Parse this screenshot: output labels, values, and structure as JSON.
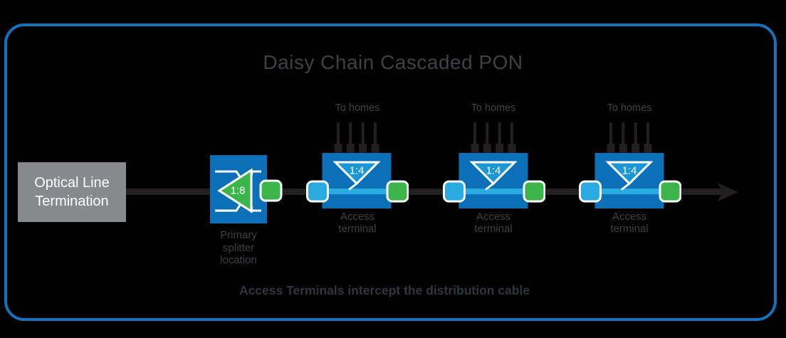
{
  "title": "Daisy Chain Cascaded PON",
  "caption": "Access Terminals intercept the distribution cable",
  "olt": {
    "lines": [
      "Optical Line",
      "Termination"
    ]
  },
  "primary_splitter": {
    "ratio": "1:8",
    "label_lines": [
      "Primary",
      "splitter",
      "location"
    ]
  },
  "access_terminals": [
    {
      "to_homes": "To homes",
      "ratio": "1:4",
      "label_lines": [
        "Access",
        "terminal"
      ]
    },
    {
      "to_homes": "To homes",
      "ratio": "1:4",
      "label_lines": [
        "Access",
        "terminal"
      ]
    },
    {
      "to_homes": "To homes",
      "ratio": "1:4",
      "label_lines": [
        "Access",
        "terminal"
      ]
    }
  ],
  "colors": {
    "frame_border": "#1273bc",
    "deep_blue": "#0b70b8",
    "cyan": "#29abe2",
    "triangle_blue": "#1b97d4",
    "green": "#3bb54a",
    "cable_black": "#231f20",
    "olt_gray": "#87898c",
    "text_gray": "#414042"
  }
}
